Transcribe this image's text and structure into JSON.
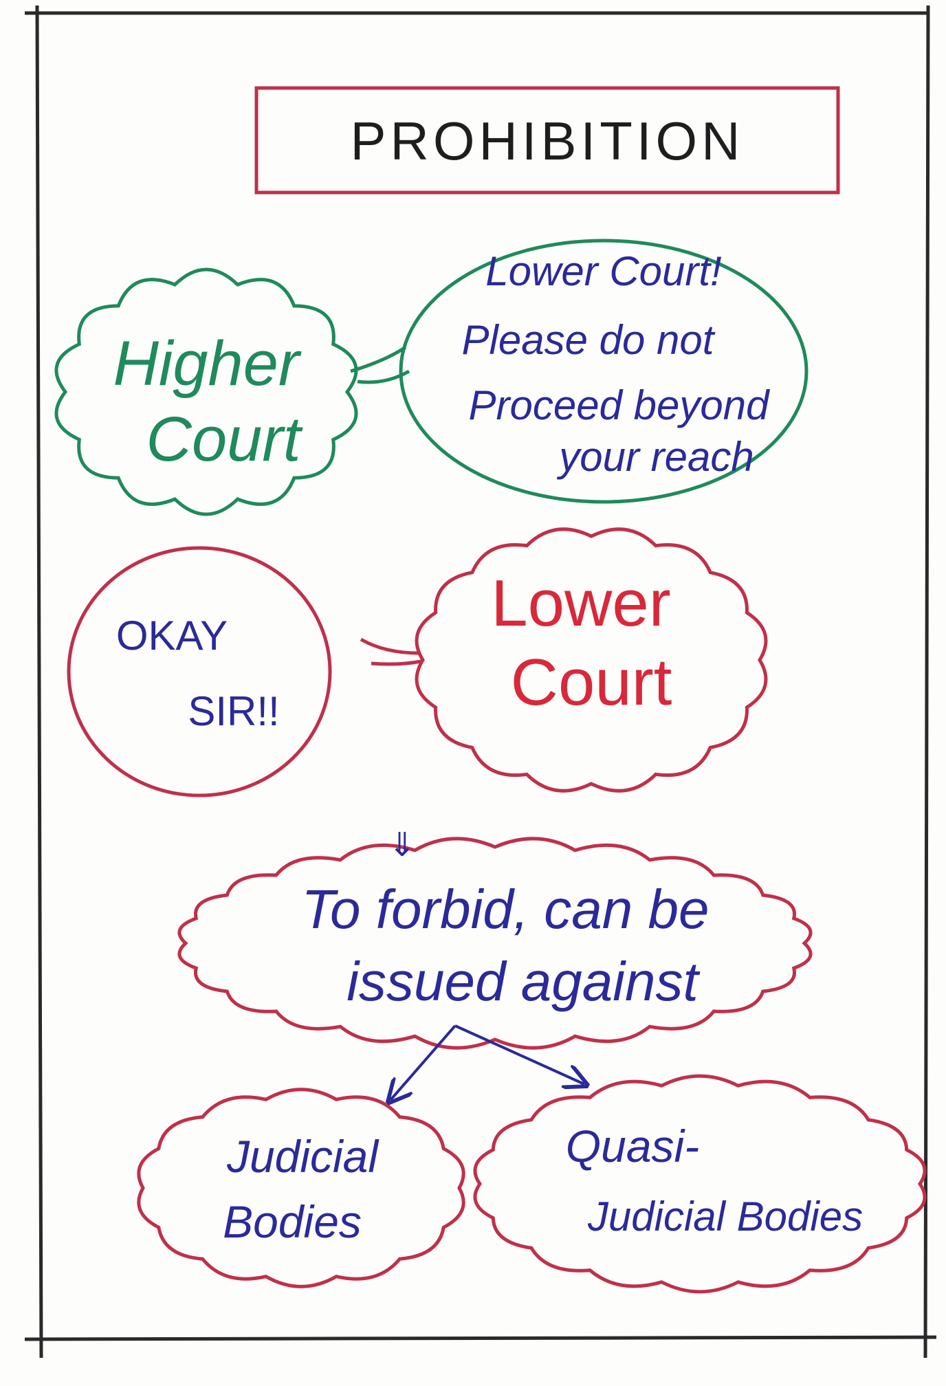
{
  "title": "PROHIBITION",
  "higher_court": {
    "lines": [
      "Higher",
      "Court"
    ]
  },
  "higher_court_speech": {
    "lines": [
      "Lower Court!",
      "Please do not",
      "Proceed beyond",
      "your reach"
    ]
  },
  "lower_court_reply": {
    "lines": [
      "OKAY",
      "SIR!!"
    ]
  },
  "lower_court": {
    "lines": [
      "Lower",
      "Court"
    ]
  },
  "definition": {
    "lines": [
      "To forbid, can be",
      "issued against"
    ]
  },
  "targets": [
    {
      "lines": [
        "Judicial",
        "Bodies"
      ]
    },
    {
      "lines": [
        "Quasi-",
        "Judicial Bodies"
      ]
    }
  ],
  "colors": {
    "frame": "#2a2a2a",
    "red": "#c0304a",
    "green": "#1f8a5c",
    "blue": "#2a2a9a",
    "title_text": "#1e1e1e",
    "lower_court_text": "#d8283a"
  }
}
